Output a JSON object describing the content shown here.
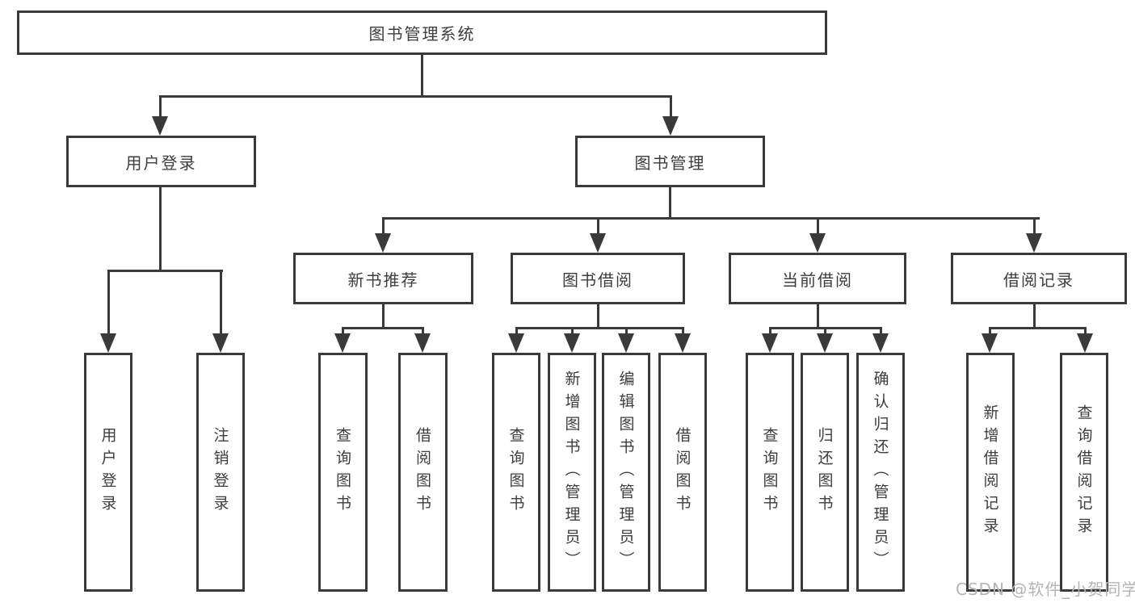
{
  "diagram": {
    "root": {
      "label": "图书管理系统"
    },
    "level2": [
      {
        "label": "用户登录",
        "children": [
          {
            "label": "用户登录"
          },
          {
            "label": "注销登录"
          }
        ]
      },
      {
        "label": "图书管理",
        "children": [
          {
            "label": "新书推荐",
            "children": [
              {
                "label": "查询图书"
              },
              {
                "label": "借阅图书"
              }
            ]
          },
          {
            "label": "图书借阅",
            "children": [
              {
                "label": "查询图书"
              },
              {
                "label": "新增图书（管理员）"
              },
              {
                "label": "编辑图书（管理员）"
              },
              {
                "label": "借阅图书"
              }
            ]
          },
          {
            "label": "当前借阅",
            "children": [
              {
                "label": "查询图书"
              },
              {
                "label": "归还图书"
              },
              {
                "label": "确认归还（管理员）"
              }
            ]
          },
          {
            "label": "借阅记录",
            "children": [
              {
                "label": "新增借阅记录"
              },
              {
                "label": "查询借阅记录"
              }
            ]
          }
        ]
      }
    ]
  },
  "watermark": {
    "text": "CSDN @软件_小贺同学"
  },
  "colors": {
    "line": "#3a3a3a",
    "text": "#3d3d3d",
    "watermark": "#b4b4b4",
    "background": "#ffffff"
  }
}
